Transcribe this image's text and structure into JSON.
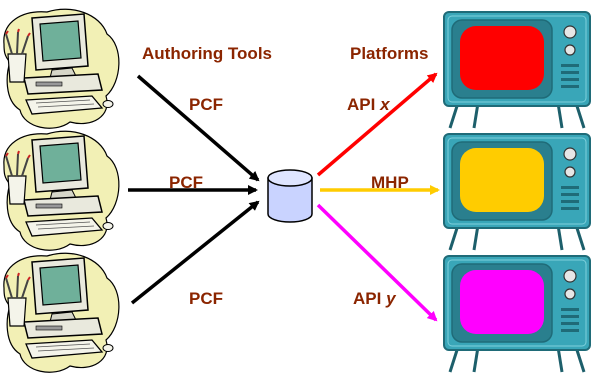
{
  "labels": {
    "authoring_tools": "Authoring Tools",
    "platforms": "Platforms",
    "pcf_top": "PCF",
    "pcf_middle": "PCF",
    "pcf_bottom": "PCF",
    "api_x_prefix": "API ",
    "api_x_var": "x",
    "mhp": "MHP",
    "api_y_prefix": "API ",
    "api_y_var": "y"
  },
  "colors": {
    "label_text": "#8b2500",
    "arrow_pcf": "#000000",
    "arrow_api_x": "#ff0000",
    "arrow_mhp": "#ffcc00",
    "arrow_api_y": "#ff00ff",
    "screen_top": "#ff0000",
    "screen_middle": "#ffcc00",
    "screen_bottom": "#ff00ff",
    "tv_body": "#39a6b8",
    "database": "#c9d3ff"
  },
  "icons": {
    "computers": [
      "computer-icon",
      "computer-icon",
      "computer-icon"
    ],
    "televisions": [
      "television-icon",
      "television-icon",
      "television-icon"
    ],
    "hub": "database-icon"
  }
}
